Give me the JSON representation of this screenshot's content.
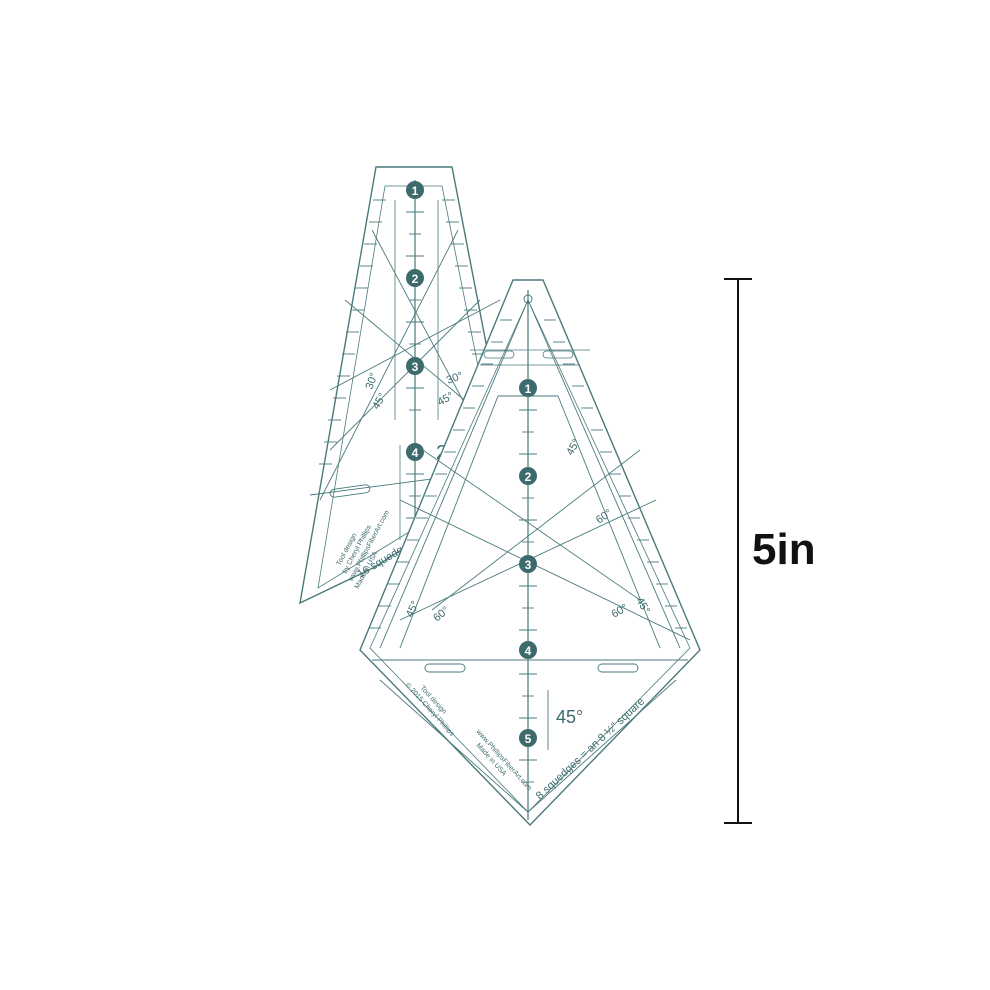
{
  "colors": {
    "ruler_outline": "#4a7a7c",
    "ruler_marks": "#3d6b6d",
    "dot_fill": "#3d6b6d",
    "dimension_bar": "#111111"
  },
  "dimension": {
    "label": "5in"
  },
  "small_ruler": {
    "numbers": [
      "1",
      "2",
      "3",
      "4"
    ],
    "angle_big": "22.5°",
    "angle_30_left": "30°",
    "angle_30_right": "30°",
    "angle_45_left": "45°",
    "angle_45_right": "45°",
    "credit_line1": "Tool design",
    "credit_line2": "by Cheryl Phillips",
    "credit_line3": "www.PhillipsFiberArt.com",
    "credit_line4": "Made in USA",
    "squedges": "16 squedges = an 8 ½\" square"
  },
  "large_ruler": {
    "numbers": [
      "1",
      "2",
      "3",
      "4",
      "5"
    ],
    "angle_big": "45°",
    "angle_45_top": "45°",
    "angle_60_upper": "60°",
    "angle_45_left": "45°",
    "angle_60_left": "60°",
    "angle_60_right": "60°",
    "angle_45_right": "45°",
    "credit_line1": "Tool design",
    "credit_line2": "© 2015 Cheryl Phillips",
    "credit_line3": "www.PhillipsFiberArt.com",
    "credit_line4": "Made in USA",
    "squedges": "8 squedges = an 8 ½\" square"
  }
}
